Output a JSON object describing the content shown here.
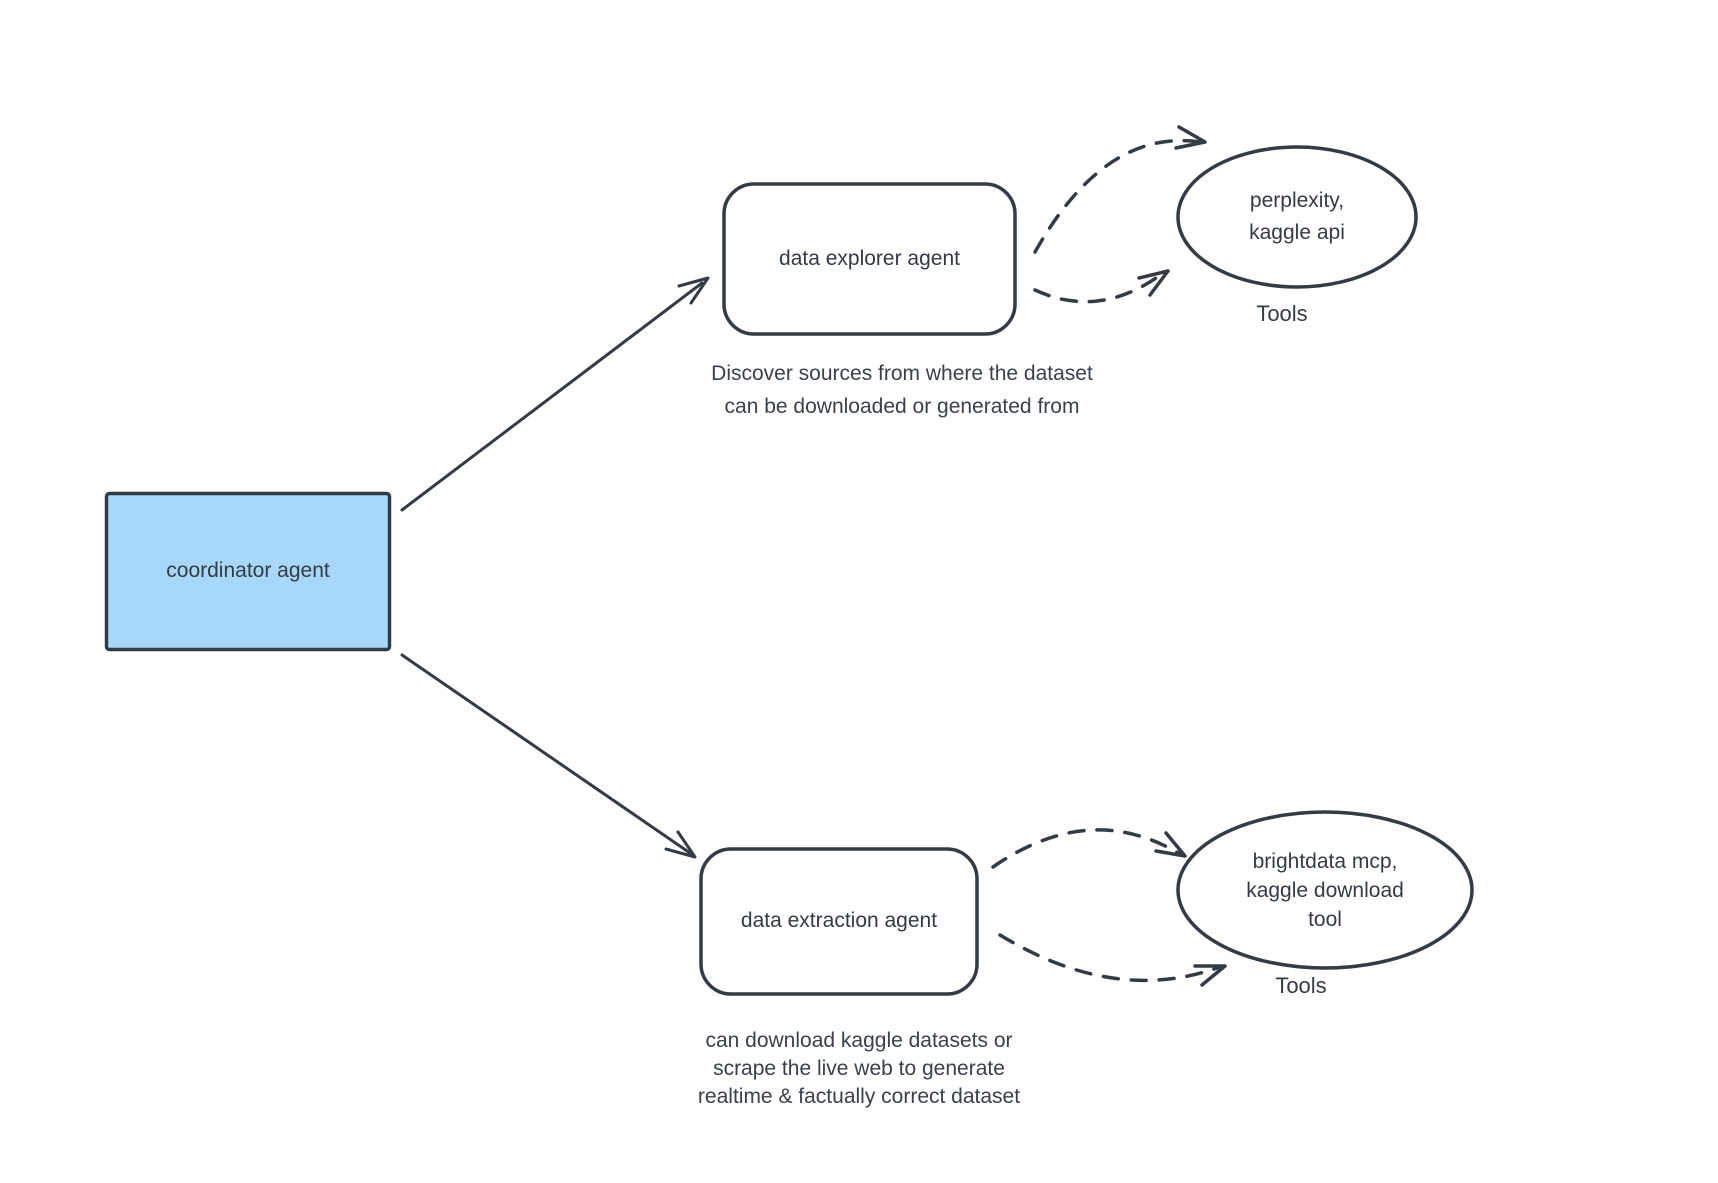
{
  "diagram": {
    "background_color": "#ffffff",
    "stroke_color": "#343b45",
    "text_color": "#343b45",
    "coordinator": {
      "label": "coordinator agent",
      "fill": "#a7d8f9"
    },
    "top_flow": {
      "agent_label": "data explorer agent",
      "description": "Discover sources from where the dataset\ncan be downloaded or generated from",
      "tools_ellipse_label": "perplexity,\nkaggle api",
      "tools_caption": "Tools"
    },
    "bottom_flow": {
      "agent_label": "data extraction agent",
      "description": "can download kaggle datasets or\nscrape the live web to generate\nrealtime & factually correct dataset",
      "tools_ellipse_label": "brightdata mcp,\nkaggle download\ntool",
      "tools_caption": "Tools"
    }
  }
}
